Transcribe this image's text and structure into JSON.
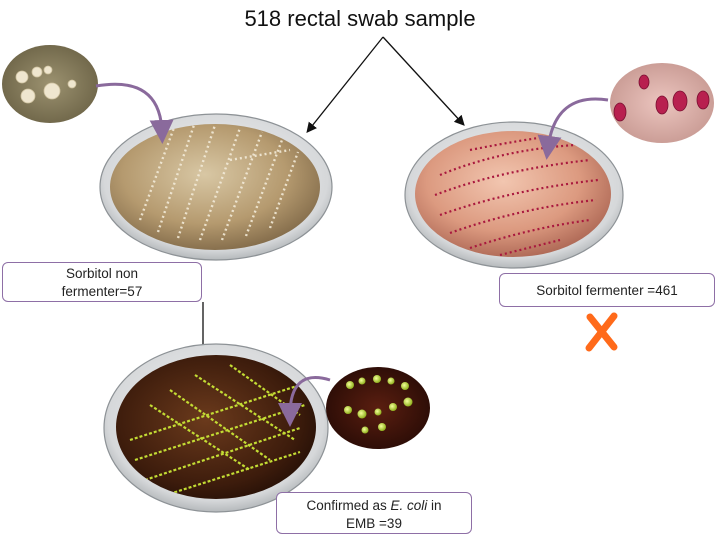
{
  "title": "518 rectal swab sample",
  "boxes": {
    "non_fermenter": {
      "line1": "Sorbitol non",
      "line2": "fermenter=57"
    },
    "fermenter": {
      "text": "Sorbitol fermenter =461"
    },
    "confirmed": {
      "line1_pre": "Confirmed as ",
      "line1_em": "E. coli",
      "line1_post": " in",
      "line2": "EMB =39"
    }
  },
  "colors": {
    "box_border": "#8e6fa6",
    "arrow": "#8a6a9c",
    "cross": "#ff6a1a",
    "plate_rim": "#b9bdc0",
    "smac_agar": "#b59a6f",
    "smac_pink": "#d9967c",
    "emb_agar": "#4a2410",
    "colony_green": "#c9e23a",
    "colony_pink": "#b8204f"
  },
  "icons": [
    "curved-arrow-icon",
    "cross-icon"
  ]
}
